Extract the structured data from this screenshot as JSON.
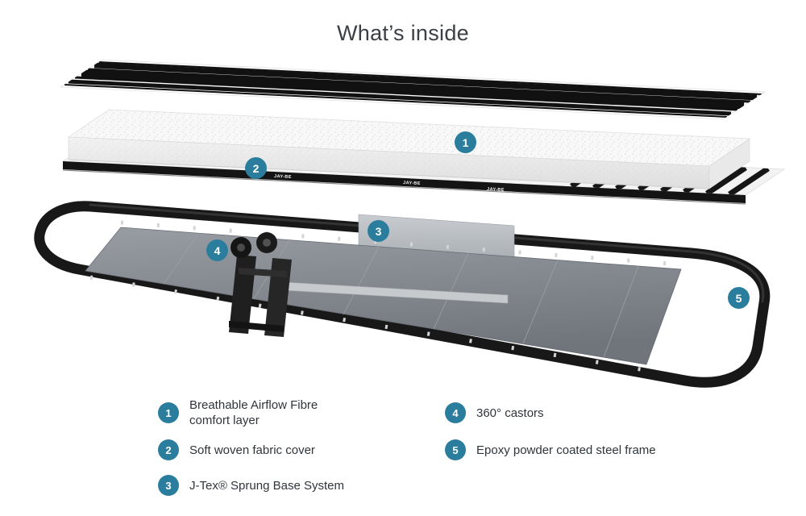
{
  "title": "What’s inside",
  "brand_label": "JAY-BE",
  "colors": {
    "accent": "#2a7d9c"
  },
  "diagram": {
    "markers": [
      {
        "label": "1"
      },
      {
        "label": "2"
      },
      {
        "label": "3"
      },
      {
        "label": "4"
      },
      {
        "label": "5"
      }
    ]
  },
  "legend": {
    "items": [
      {
        "number": "1",
        "lines": [
          "Breathable Airflow Fibre",
          "comfort layer"
        ]
      },
      {
        "number": "2",
        "lines": [
          "Soft woven fabric cover"
        ]
      },
      {
        "number": "3",
        "lines": [
          "J-Tex® Sprung Base System"
        ]
      },
      {
        "number": "4",
        "lines": [
          "360° castors"
        ]
      },
      {
        "number": "5",
        "lines": [
          "Epoxy powder coated steel frame"
        ]
      }
    ]
  }
}
